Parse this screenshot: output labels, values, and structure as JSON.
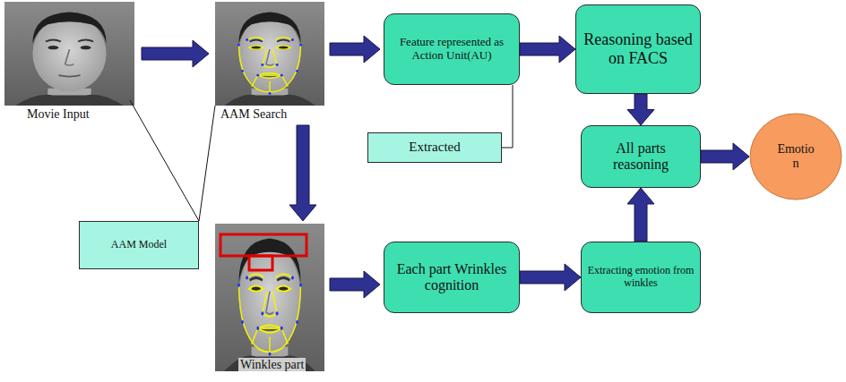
{
  "diagram": {
    "nodes": [
      {
        "text": [
          "Feature represented as Action Unit(AU)"
        ]
      },
      {
        "text": [
          "Reasoning based on FACS"
        ]
      },
      {
        "text": [
          "Extracted"
        ]
      },
      {
        "text": [
          "All parts reasoning"
        ]
      },
      {
        "text": [
          "Emotio n"
        ]
      },
      {
        "text": [
          "AAM Model"
        ]
      },
      {
        "text": [
          "Each part Wrinkles cognition"
        ]
      },
      {
        "text": [
          "Extracting emotion from winkles"
        ]
      }
    ],
    "edges": [
      {
        "from": 0,
        "to": 1,
        "arrow": "to"
      },
      {
        "from": 1,
        "to": 3,
        "arrow": "to"
      },
      {
        "from": 6,
        "to": 7,
        "arrow": "to"
      },
      {
        "from": 7,
        "to": 3,
        "arrow": "to"
      },
      {
        "from": 3,
        "to": 4,
        "arrow": "to"
      },
      {
        "from": 2,
        "to": 0,
        "arrow": "none"
      }
    ],
    "labels": [
      "Movie Input",
      "AAM Search",
      "Winkles part"
    ]
  }
}
